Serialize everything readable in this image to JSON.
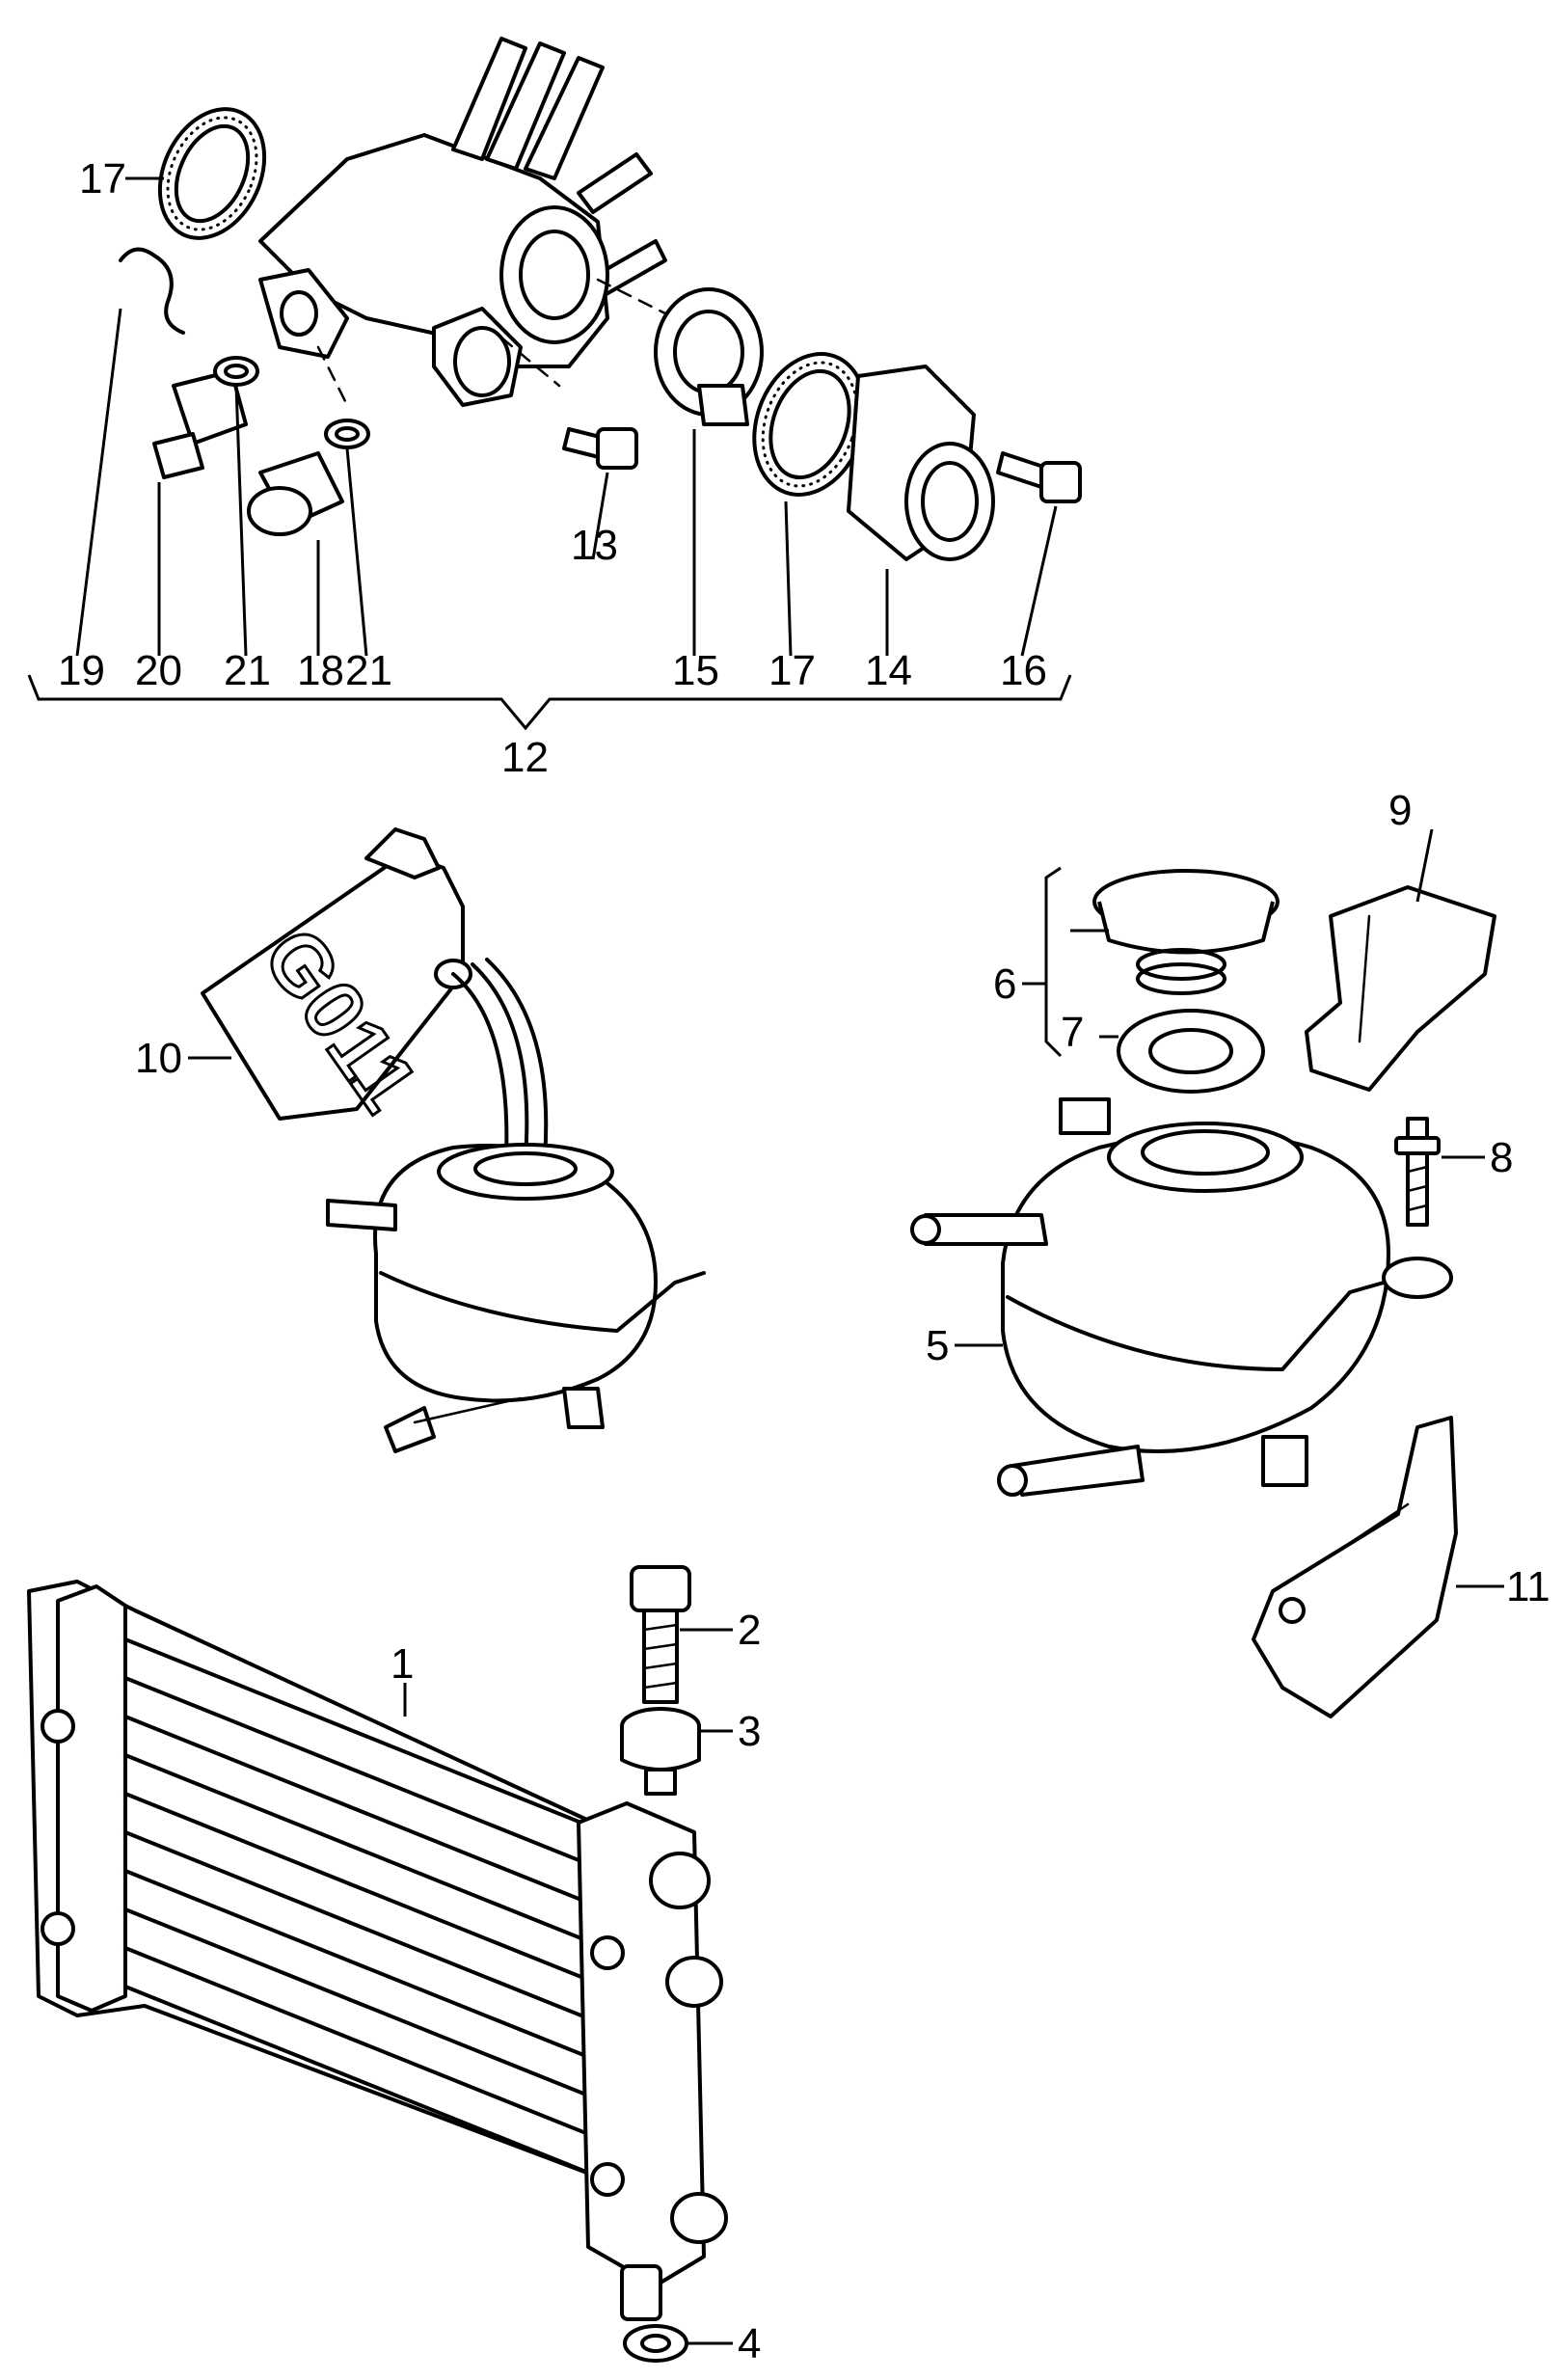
{
  "diagram": {
    "callouts": {
      "c1": "1",
      "c2": "2",
      "c3": "3",
      "c4": "4",
      "c5": "5",
      "c6": "6",
      "c7": "7",
      "c8": "8",
      "c9": "9",
      "c10": "10",
      "c11": "11",
      "c12": "12",
      "c13": "13",
      "c14": "14",
      "c15": "15",
      "c16": "16",
      "c17a": "17",
      "c17b": "17",
      "c18": "18",
      "c19": "19",
      "c20": "20",
      "c21a": "21",
      "c21b": "21"
    },
    "canister_text": "G011"
  }
}
